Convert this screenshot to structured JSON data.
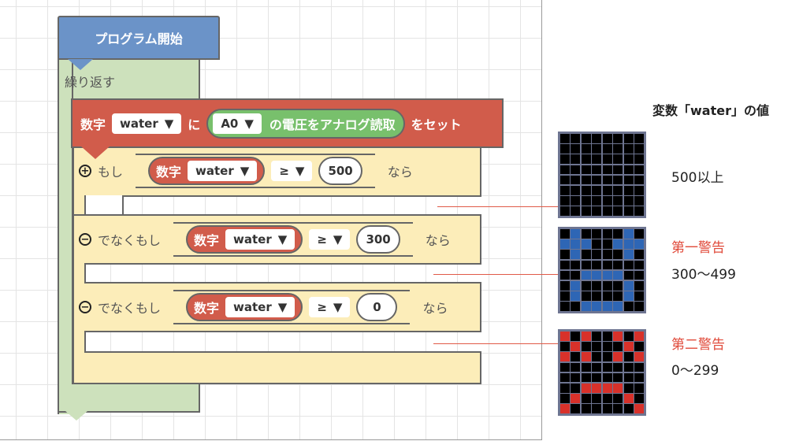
{
  "blocks": {
    "start": "プログラム開始",
    "loop": "繰り返す",
    "set": {
      "type": "数字",
      "var": "water",
      "ni": "に",
      "pin": "A0",
      "read": "の電圧をアナログ読取",
      "set": "をセット"
    },
    "if": {
      "kw": "もし",
      "type": "数字",
      "var": "water",
      "op": "≥",
      "value": "500",
      "then": "なら"
    },
    "elseif1": {
      "kw": "でなくもし",
      "type": "数字",
      "var": "water",
      "op": "≥",
      "value": "300",
      "then": "なら"
    },
    "elseif2": {
      "kw": "でなくもし",
      "type": "数字",
      "var": "water",
      "op": "≥",
      "value": "0",
      "then": "なら"
    }
  },
  "legend": {
    "title": "変数「water」の値",
    "items": [
      {
        "label": "",
        "range": "500以上",
        "color": "#000000",
        "pattern": [
          "00000000",
          "00000000",
          "00000000",
          "00000000",
          "00000000",
          "00000000",
          "00000000",
          "00000000"
        ]
      },
      {
        "label": "第一警告",
        "range": "300〜499",
        "color": "#2e66b5",
        "pattern": [
          "01000010",
          "11100111",
          "01000010",
          "00000000",
          "00111100",
          "01000010",
          "01000010",
          "00111100"
        ]
      },
      {
        "label": "第二警告",
        "range": "0〜299",
        "color": "#d8312a",
        "pattern": [
          "10100101",
          "01000010",
          "10100101",
          "00000000",
          "00000000",
          "00111100",
          "01000010",
          "10000001"
        ]
      }
    ]
  }
}
